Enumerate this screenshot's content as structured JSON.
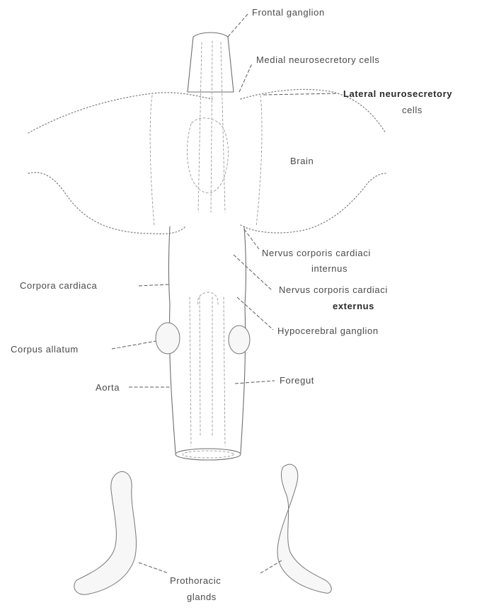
{
  "labels": {
    "frontal_ganglion": "Frontal ganglion",
    "medial_nsc": "Medial neurosecretory cells",
    "lateral_nsc_line1": "Lateral neurosecretory",
    "lateral_nsc_line2": "cells",
    "brain": "Brain",
    "nervus_interni_line1": "Nervus corporis cardiaci",
    "nervus_interni_line2": "internus",
    "corpora_cardiaca": "Corpora cardiaca",
    "nervus_externi_line1": "Nervus corporis cardiaci",
    "nervus_externi_line2": "externus",
    "hypocerebral_ganglion": "Hypocerebral ganglion",
    "corpus_allatum": "Corpus allatum",
    "aorta": "Aorta",
    "foregut": "Foregut",
    "prothoracic_line1": "Prothoracic",
    "prothoracic_line2": "glands"
  }
}
